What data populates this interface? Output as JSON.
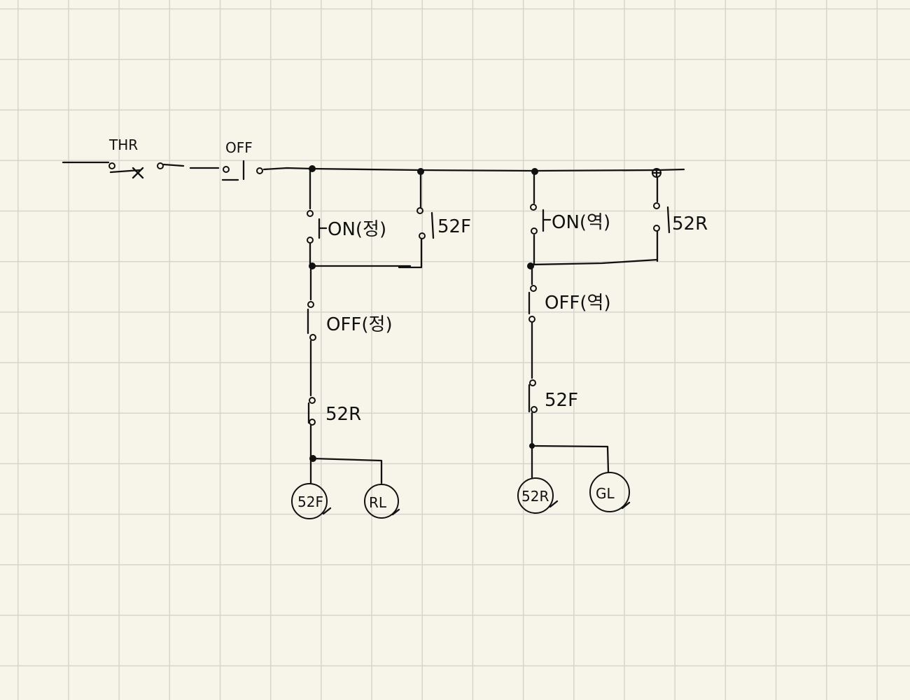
{
  "labels": {
    "thr": "THR",
    "off_main": "OFF",
    "on_fwd": "ON(정)",
    "aux_52f_top": "52F",
    "on_rev": "ON(역)",
    "aux_52r_top": "52R",
    "off_fwd": "OFF(정)",
    "off_rev": "OFF(역)",
    "interlock_52r": "52R",
    "interlock_52f": "52F",
    "coil_52f": "52F",
    "lamp_rl": "RL",
    "coil_52r": "52R",
    "lamp_gl": "GL"
  }
}
